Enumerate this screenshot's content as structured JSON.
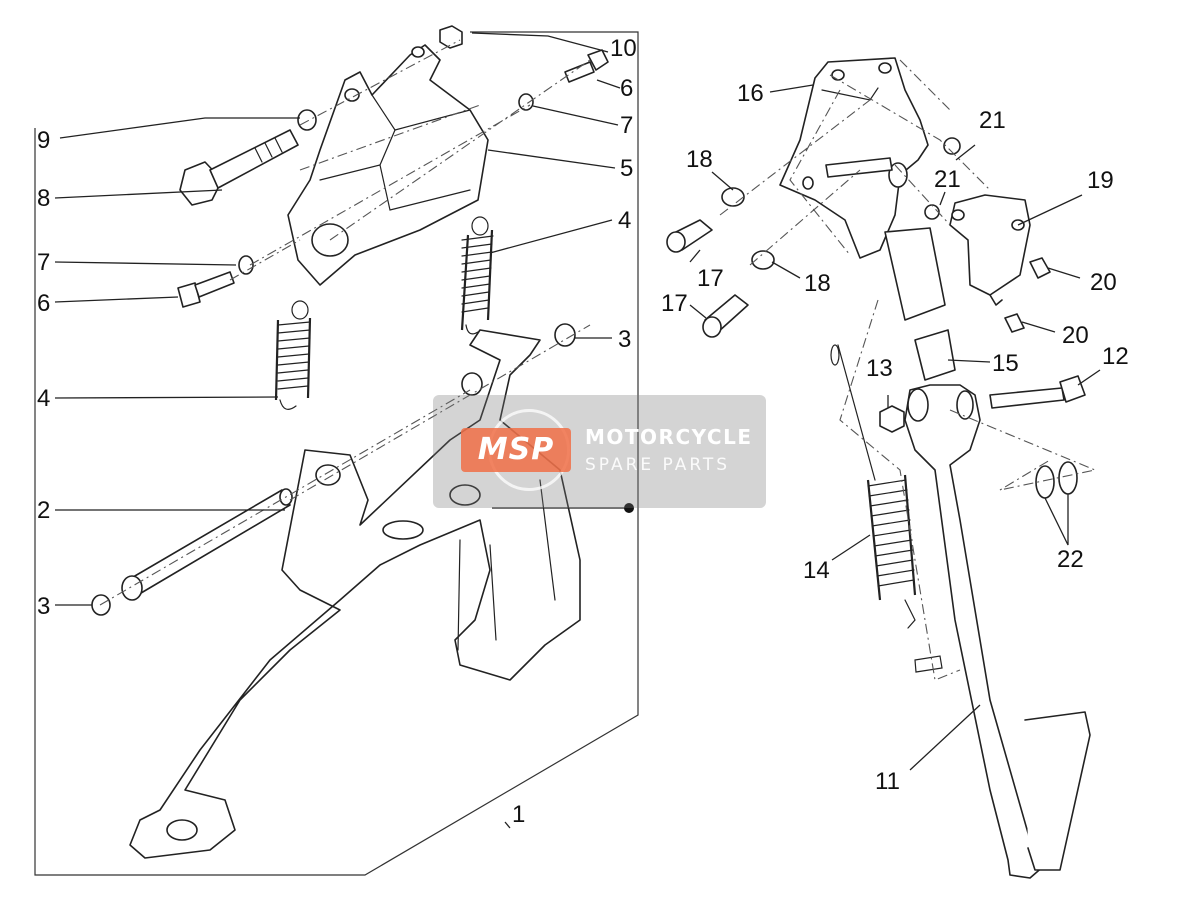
{
  "callouts": {
    "c1": "1",
    "c2": "2",
    "c3a": "3",
    "c3b": "3",
    "c4a": "4",
    "c4b": "4",
    "c5": "5",
    "c6a": "6",
    "c6b": "6",
    "c7a": "7",
    "c7b": "7",
    "c8": "8",
    "c9": "9",
    "c10": "10",
    "c11": "11",
    "c12": "12",
    "c13": "13",
    "c14": "14",
    "c15": "15",
    "c16": "16",
    "c17a": "17",
    "c17b": "17",
    "c18a": "18",
    "c18b": "18",
    "c19": "19",
    "c20a": "20",
    "c20b": "20",
    "c21a": "21",
    "c21b": "21",
    "c22": "22"
  },
  "watermark": {
    "badge": "MSP",
    "line1": "MOTORCYCLE",
    "line2": "SPARE PARTS"
  }
}
